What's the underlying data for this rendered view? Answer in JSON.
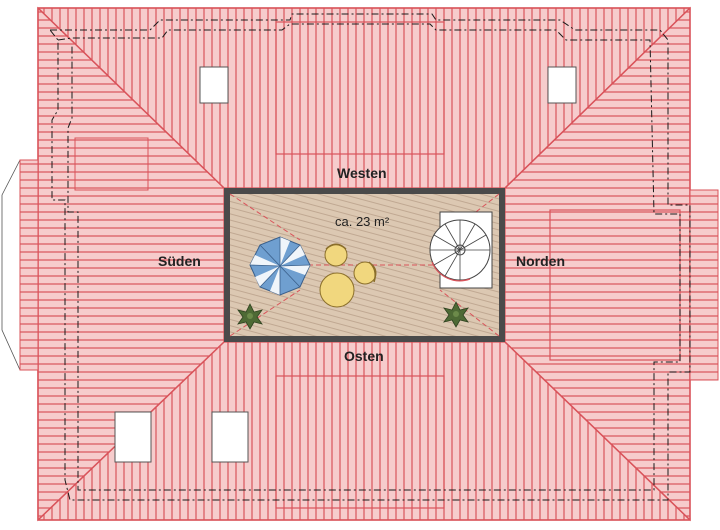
{
  "plan": {
    "area_label": "ca. 23 m²",
    "compass": {
      "west": "Westen",
      "south": "Süden",
      "north": "Norden",
      "east": "Osten"
    },
    "colors": {
      "roof_fill": "#f4c4c4",
      "roof_line": "#d9535a",
      "terrace_floor": "#d8c4ad",
      "terrace_frame": "#4a4a4a",
      "umbrella": "#6f9fd0",
      "table": "#f1d77e",
      "plant": "#4e6a35",
      "dashed_line": "#1a1a1a"
    },
    "icons": [
      "parasol-icon",
      "table-icon",
      "chair-icon",
      "plant-icon",
      "spiral-staircase-icon",
      "skylight-icon"
    ]
  }
}
